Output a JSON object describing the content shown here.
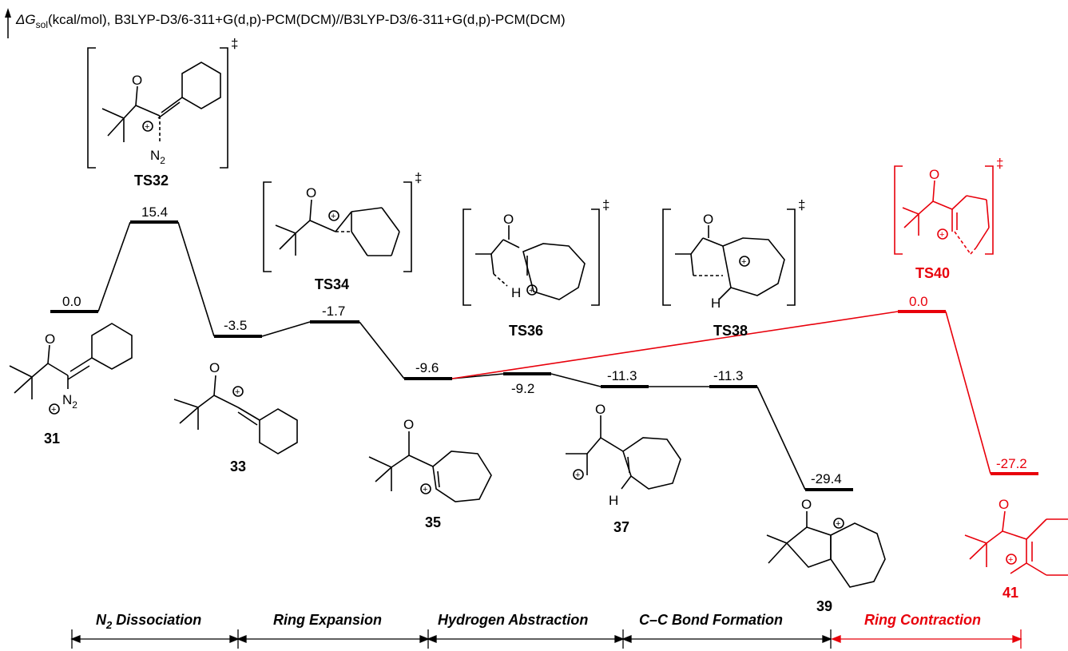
{
  "header": {
    "prefix": "ΔG",
    "subscript": "sol",
    "rest": "(kcal/mol), B3LYP-D3/6-311+G(d,p)-PCM(DCM)//B3LYP-D3/6-311+G(d,p)-PCM(DCM)"
  },
  "colors": {
    "main": "#000000",
    "highlight": "#e8000b"
  },
  "levels": [
    {
      "id": "31",
      "value": "0.0",
      "type": "intermediate"
    },
    {
      "id": "TS32",
      "value": "15.4",
      "type": "ts"
    },
    {
      "id": "33",
      "value": "-3.5",
      "type": "intermediate"
    },
    {
      "id": "TS34",
      "value": "-1.7",
      "type": "ts"
    },
    {
      "id": "35",
      "value": "-9.6",
      "type": "intermediate"
    },
    {
      "id": "TS36",
      "value": "-9.2",
      "type": "ts"
    },
    {
      "id": "37",
      "value": "-11.3",
      "type": "intermediate"
    },
    {
      "id": "TS38",
      "value": "-11.3",
      "type": "ts"
    },
    {
      "id": "39",
      "value": "-29.4",
      "type": "intermediate"
    },
    {
      "id": "TS40",
      "value": "0.0",
      "type": "ts",
      "branch": "ring-contraction"
    },
    {
      "id": "41",
      "value": "-27.2",
      "type": "intermediate",
      "branch": "ring-contraction"
    }
  ],
  "labels": {
    "s31": "31",
    "ts32": "TS32",
    "s33": "33",
    "ts34": "TS34",
    "s35": "35",
    "ts36": "TS36",
    "s37": "37",
    "ts38": "TS38",
    "s39": "39",
    "ts40": "TS40",
    "s41": "41"
  },
  "atoms": {
    "O": "O",
    "N": "N",
    "N2sub": "2",
    "H": "H",
    "plus": "+",
    "dagger": "‡"
  },
  "phases": [
    {
      "label": "N",
      "sub": "2",
      "rest": " Dissociation"
    },
    {
      "label": "Ring Expansion"
    },
    {
      "label": "Hydrogen Abstraction"
    },
    {
      "label": "C–C Bond Formation"
    },
    {
      "label": "Ring Contraction"
    }
  ]
}
